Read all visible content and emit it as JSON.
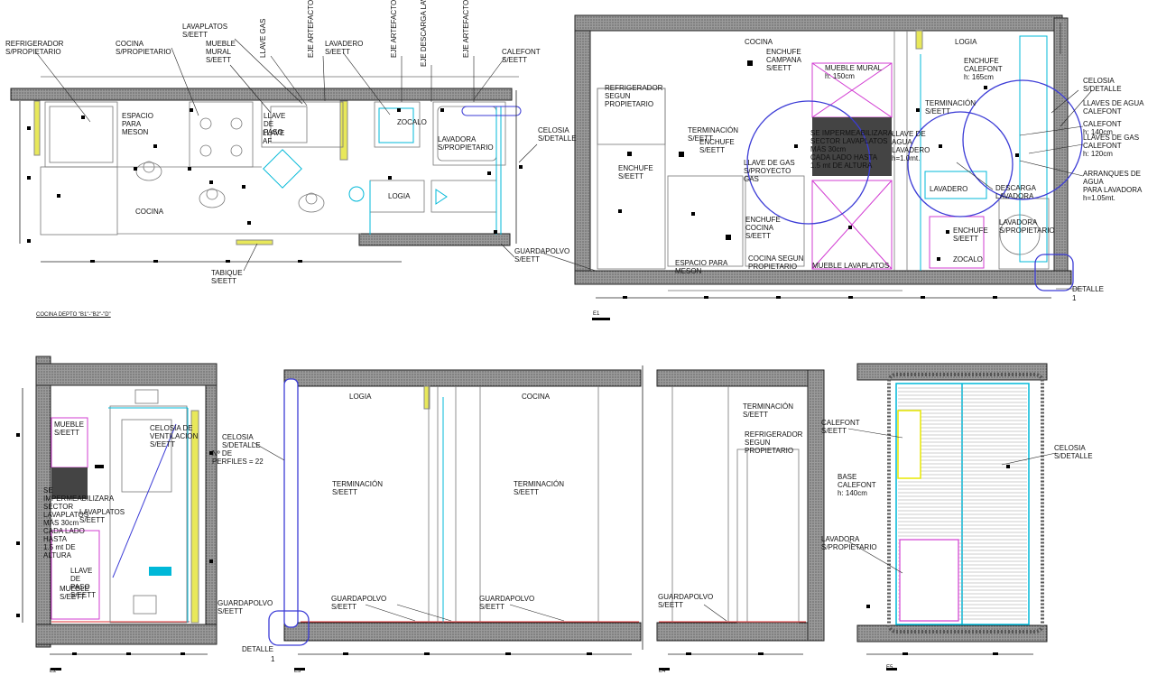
{
  "plan": {
    "refrigerador": "REFRIGERADOR\nS/PROPIETARIO",
    "cocina_top": "COCINA\nS/PROPIETARIO",
    "lavaplatos": "LAVAPLATOS\nS/EETT",
    "mueble_mural": "MUEBLE\nMURAL\nS/EETT",
    "llave_gas": "LLAVE\nGAS",
    "eje_artefacto": "EJE\nARTEFACTO",
    "lavadero": "LAVADERO\nS/EETT",
    "eje_artefacto_2": "EJE\nARTEFACTO",
    "eje_descarga": "EJE\nDESCARGA\nLAVADORA",
    "eje_artefacto_3": "EJE\nARTEFACTO",
    "calefont": "CALEFONT\nS/EETT",
    "espacio_meson": "ESPACIO\nPARA\nMESON",
    "llave_paso": "LLAVE\nDE\nPASO",
    "llave_af": "LLAVE\nAF",
    "zocalo": "ZOCALO",
    "lavadora": "LAVADORA\nS/PROPIETARIO",
    "celosia": "CELOSIA\nS/DETALLE",
    "cocina": "COCINA",
    "logia": "LOGIA",
    "tabique": "TABIQUE\nS/EETT",
    "guardapolvo": "GUARDAPOLVO\nS/EETT",
    "title": "COCINA DEPTO \"B1\"-\"B2\"-\"D\""
  },
  "e1": {
    "cocina": "COCINA",
    "logia": "LOGIA",
    "enchufe_campana": "ENCHUFE\nCAMPANA\nS/EETT",
    "mueble_mural": "MUEBLE MURAL\nh: 150cm",
    "enchufe_calefont": "ENCHUFE\nCALEFONT\nh: 165cm",
    "refrigerador": "REFRIGERADOR\nSEGUN\nPROPIETARIO",
    "terminacion_1": "TERMINACIÓN\nS/EETT",
    "enchufe_1": "ENCHUFE\nS/EETT",
    "terminacion_2": "TERMINACIÓN\nS/EETT",
    "celosia": "CELOSIA\nS/DETALLE",
    "llaves_agua": "LLAVES DE AGUA\nCALEFONT",
    "calefont_h": "CALEFONT\nh: 140cm",
    "llaves_gas": "LLAVES DE GAS\nCALEFONT\nh: 120cm",
    "impermeabilizara": "SE IMPERMEABILIZARA\nSECTOR LAVAPLATOS\nMÁS 30cm\nCADA LADO HASTA\n1.5 mt DE ALTURA",
    "llave_agua": "LLAVE DE\nAGUA\nLAVADERO\nh=1.0mt.",
    "enchufe_2": "ENCHUFE\nS/EETT",
    "llave_gas": "LLAVE DE GAS\nS/PROYECTO\nGAS",
    "lavadero": "LAVADERO",
    "descarga": "DESCARGA\nLAVADORA",
    "arranques": "ARRANQUES DE\nAGUA\nPARA LAVADORA\nh=1.05mt.",
    "enchufe_cocina": "ENCHUFE\nCOCINA\nS/EETT",
    "lavadora": "LAVADORA\nS/PROPIETARIO",
    "enchufe_3": "ENCHUFE\nS/EETT",
    "espacio_meson": "ESPACIO PARA\nMESON",
    "cocina_segun": "COCINA SEGUN\nPROPIETARIO",
    "mueble_lavaplatos": "MUEBLE LAVAPLATOS",
    "zocalo": "ZOCALO",
    "guardapolvo": "GUARDAPOLVO\nS/EETT",
    "detalle": "DETALLE",
    "detalle_num": "1",
    "label": "E1"
  },
  "e2": {
    "mueble": "MUEBLE\nS/EETT",
    "celosia_vent": "CELOSIA DE\nVENTILACION\nS/EETT",
    "celosia": "CELOSIA\nS/DETALLE",
    "perfiles": "Nº DE\nPERFILES = 22",
    "impermeabilizara": "SE\nIMPERMEABILIZARA\nSECTOR\nLAVAPLATOS\nMÁS 30cm\nCADA LADO\nHASTA\n1.5 mt DE\nALTURA",
    "lavaplatos": "LAVAPLATOS\nS/EETT",
    "llave_paso": "LLAVE\nDE\nPASO\nS/EETT",
    "mueble_2": "MUEBLE\nS/EETT",
    "guardapolvo": "GUARDAPOLVO\nS/EETT",
    "label": "E2"
  },
  "e3": {
    "logia": "LOGIA",
    "cocina": "COCINA",
    "terminacion_1": "TERMINACIÓN\nS/EETT",
    "terminacion_2": "TERMINACIÓN\nS/EETT",
    "guardapolvo_1": "GUARDAPOLVO\nS/EETT",
    "guardapolvo_2": "GUARDAPOLVO\nS/EETT",
    "detalle": "DETALLE",
    "detalle_num": "1",
    "label": "E3"
  },
  "e4": {
    "terminacion": "TERMINACIÓN\nS/EETT",
    "refrigerador": "REFRIGERADOR\nSEGUN\nPROPIETARIO",
    "guardapolvo": "GUARDAPOLVO\nS/EETT",
    "label": "E4"
  },
  "e5": {
    "calefont": "CALEFONT\nS/EETT",
    "base_calefont": "BASE\nCALEFONT\nh: 140cm",
    "lavadora": "LAVADORA\nS/PROPIETARIO",
    "celosia": "CELOSIA\nS/DETALLE",
    "label": "E5"
  }
}
